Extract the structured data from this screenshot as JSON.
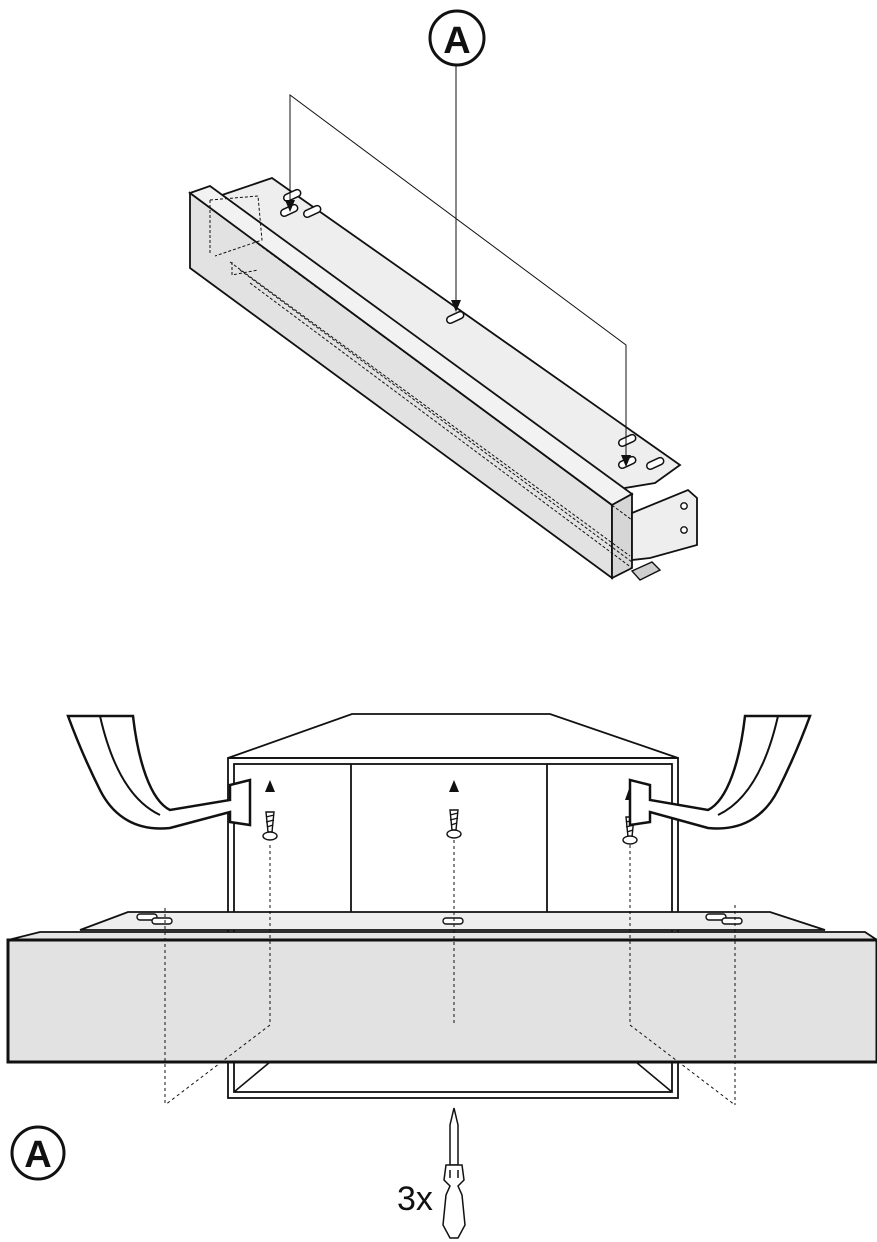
{
  "callouts": {
    "top_label": "A",
    "bottom_label": "A"
  },
  "quantity": "3x",
  "colors": {
    "line": "#111111",
    "fill_light": "#eeeeee",
    "fill_mid": "#e2e2e2",
    "fill_bracket": "#cfcfcf",
    "background": "#ffffff"
  },
  "icons": [
    "screw-icon",
    "screwdriver-icon",
    "arrow-up-icon",
    "peel-tape-arrow-icon"
  ]
}
